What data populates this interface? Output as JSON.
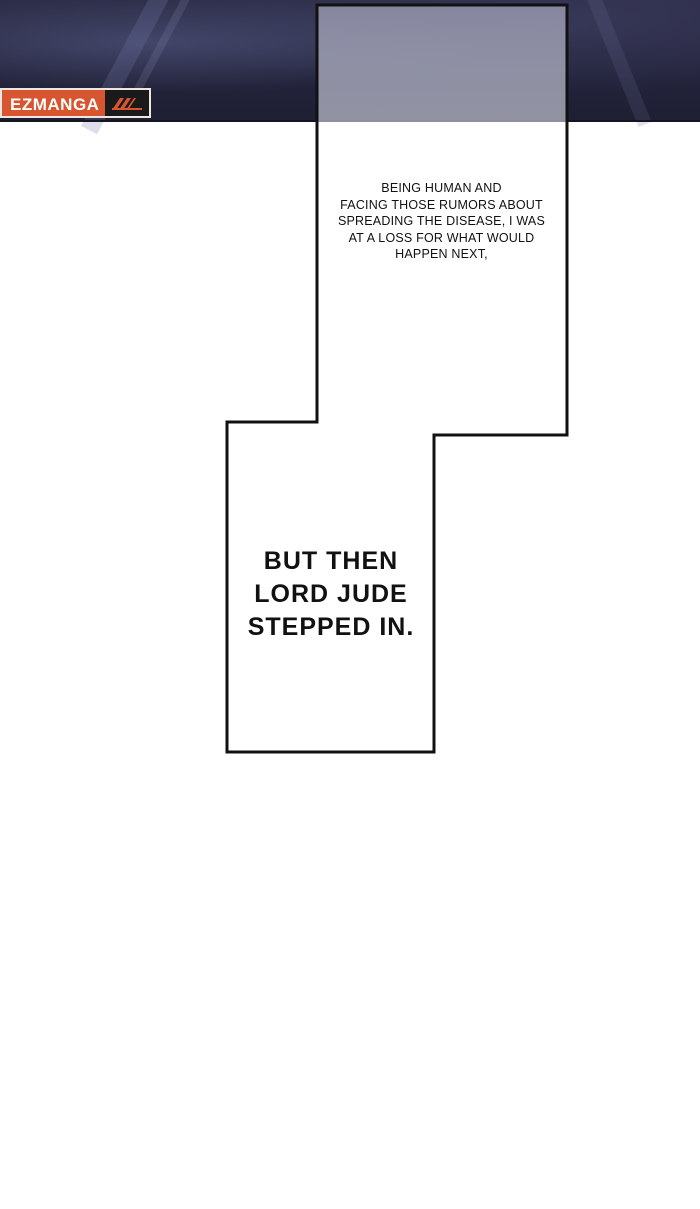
{
  "watermark": {
    "label": "EZMANGA",
    "logo_icon": "ezmanga-logo-icon",
    "accent_color": "#d7552f"
  },
  "narration": {
    "small_caption": "BEING HUMAN AND\nFACING THOSE RUMORS ABOUT\nSPREADING THE DISEASE, I WAS\nAT A LOSS FOR WHAT WOULD\nHAPPEN NEXT,",
    "large_caption": "BUT THEN\nLORD JUDE\nSTEPPED IN."
  }
}
